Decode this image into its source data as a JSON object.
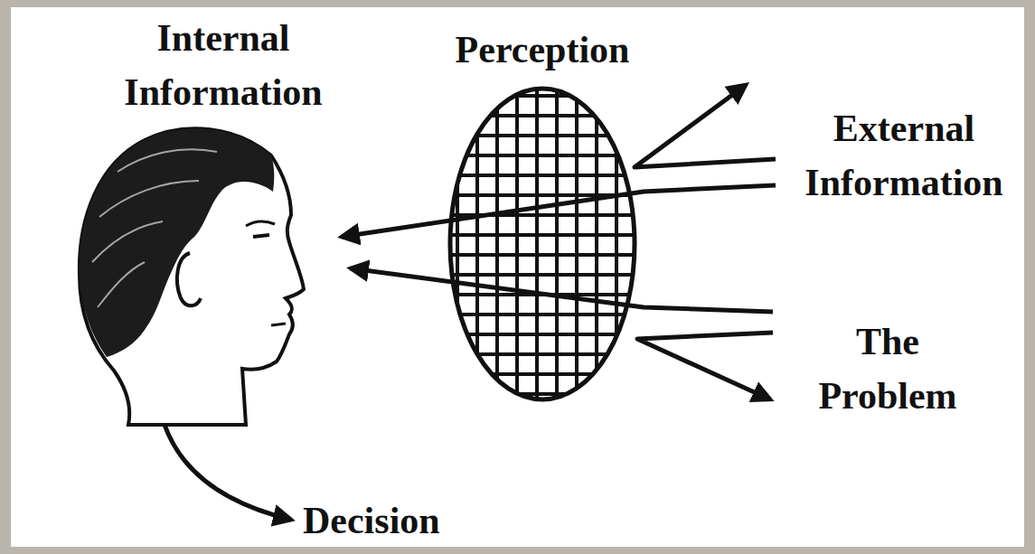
{
  "diagram": {
    "nodes": [
      {
        "text": [
          "Perception"
        ]
      }
    ],
    "labels": [
      "Internal Information",
      "External Information",
      "The Problem",
      "Decision"
    ]
  }
}
